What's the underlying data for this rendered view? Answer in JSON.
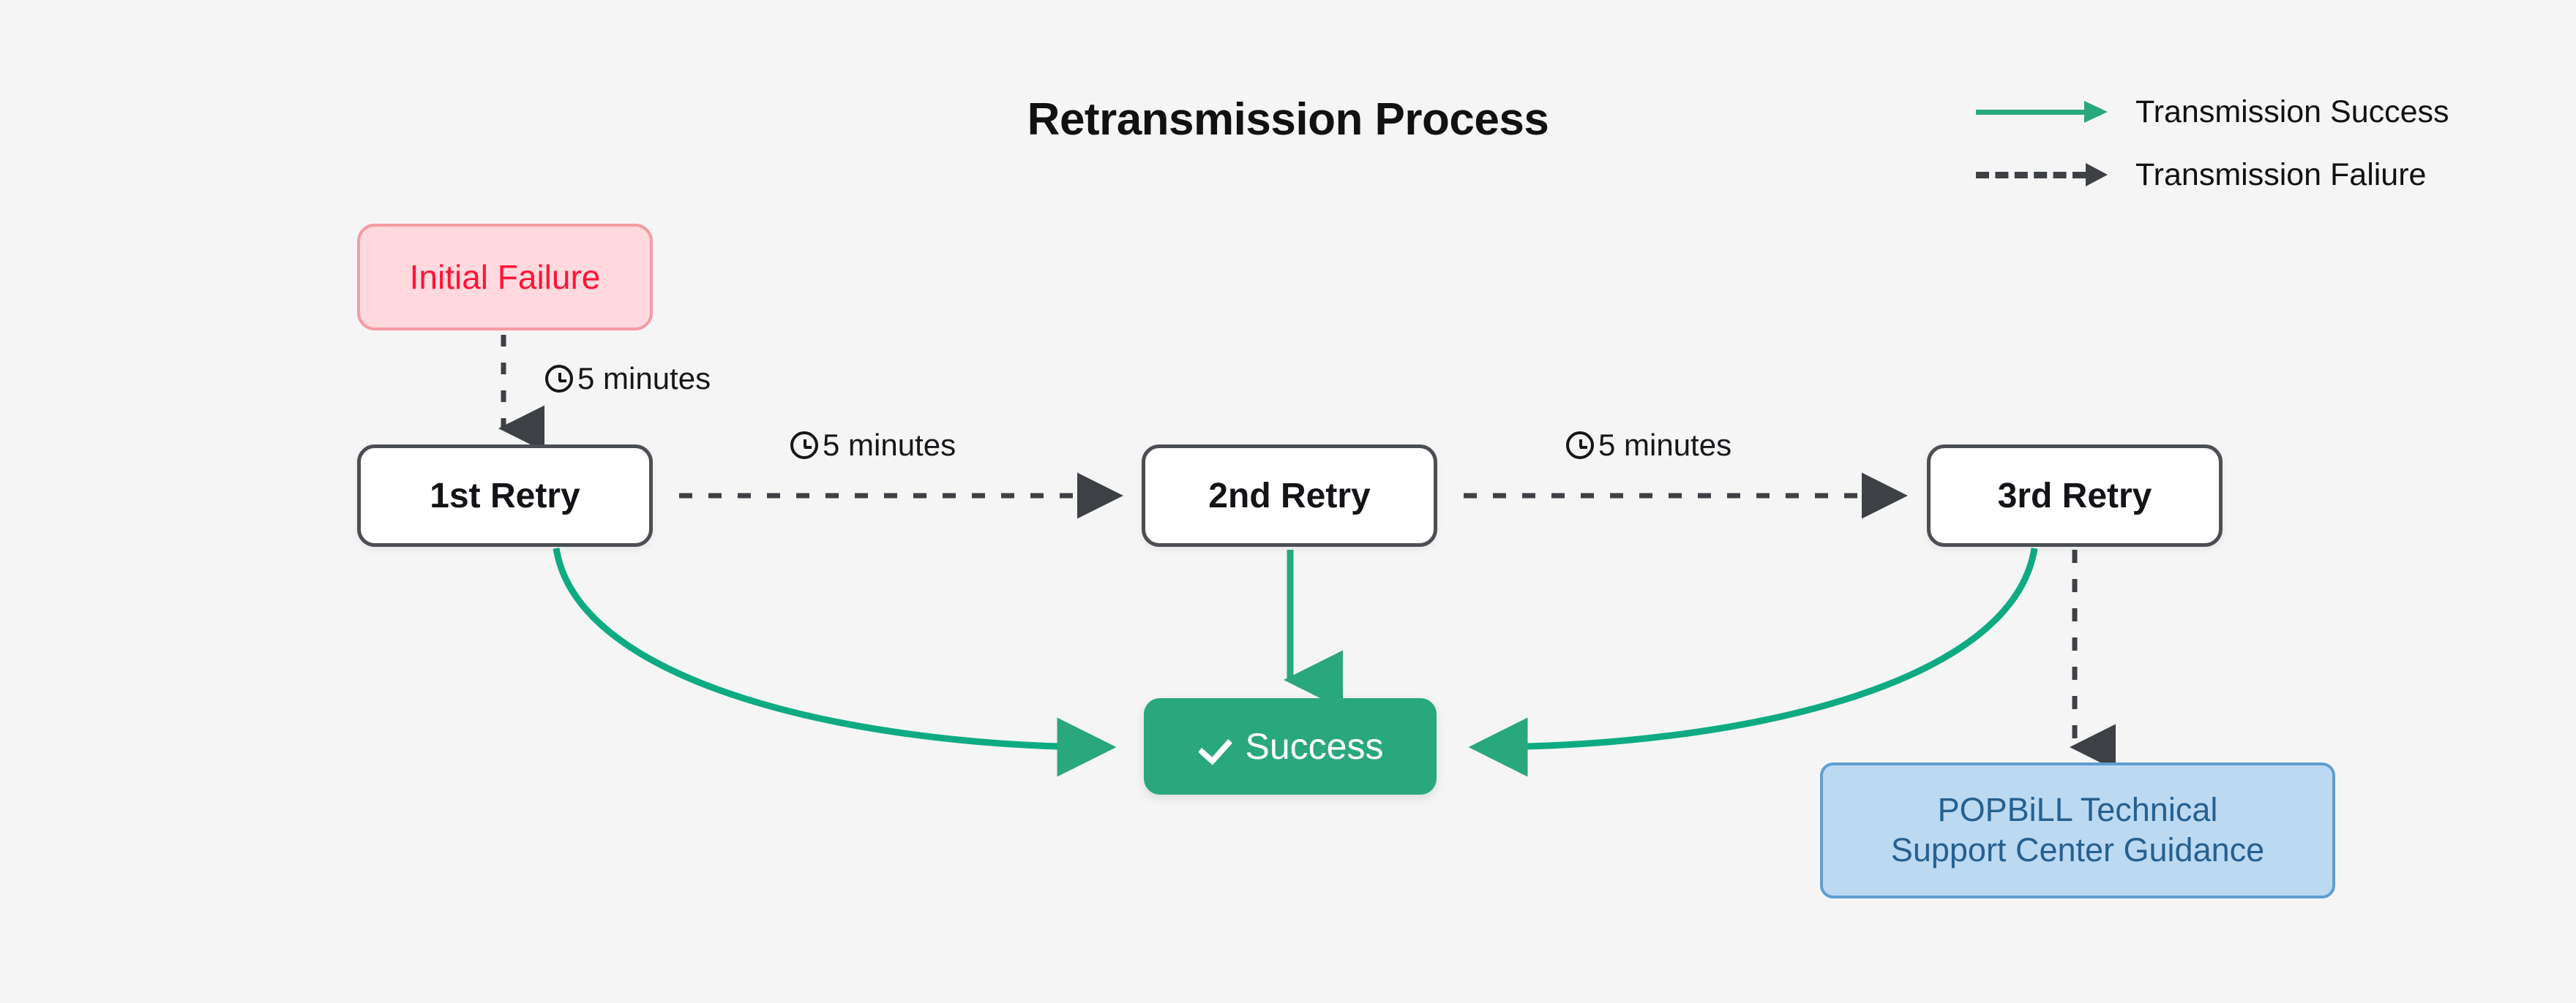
{
  "title": "Retransmission Process",
  "background_color": "#f5f5f5",
  "colors": {
    "success_green": "#2aa87d",
    "failure_dark": "#3d4045",
    "failure_red_text": "#ff1438",
    "failure_red_bg": "#ffd9dd",
    "failure_red_border": "#f79aa3",
    "support_blue_bg": "#bcd9f2",
    "support_blue_border": "#5f9ed1",
    "support_blue_text": "#25608f",
    "retry_border": "#4b4f54",
    "retry_text": "#121417"
  },
  "legend": {
    "items": [
      {
        "icon": "solid-arrow-right-icon",
        "label": "Transmission Success",
        "style": "solid",
        "color": "#2aa87d"
      },
      {
        "icon": "dashed-arrow-right-icon",
        "label": "Transmission Faliure",
        "style": "dashed",
        "color": "#3d4045"
      }
    ]
  },
  "nodes": {
    "initial_failure": {
      "label": "Initial Failure"
    },
    "retry_1": {
      "label": "1st Retry"
    },
    "retry_2": {
      "label": "2nd Retry"
    },
    "retry_3": {
      "label": "3rd Retry"
    },
    "success": {
      "label": "Success",
      "icon": "check-icon"
    },
    "support": {
      "line1": "POPBiLL Technical",
      "line2": "Support Center Guidance"
    }
  },
  "edge_labels": {
    "initial_to_retry1": {
      "icon": "clock-icon",
      "text": "5 minutes"
    },
    "retry1_to_retry2": {
      "icon": "clock-icon",
      "text": "5 minutes"
    },
    "retry2_to_retry3": {
      "icon": "clock-icon",
      "text": "5 minutes"
    }
  },
  "edges": [
    {
      "from": "initial_failure",
      "to": "retry_1",
      "type": "failure"
    },
    {
      "from": "retry_1",
      "to": "retry_2",
      "type": "failure"
    },
    {
      "from": "retry_2",
      "to": "retry_3",
      "type": "failure"
    },
    {
      "from": "retry_1",
      "to": "success",
      "type": "success"
    },
    {
      "from": "retry_2",
      "to": "success",
      "type": "success"
    },
    {
      "from": "retry_3",
      "to": "success",
      "type": "success"
    },
    {
      "from": "retry_3",
      "to": "support",
      "type": "failure"
    }
  ]
}
